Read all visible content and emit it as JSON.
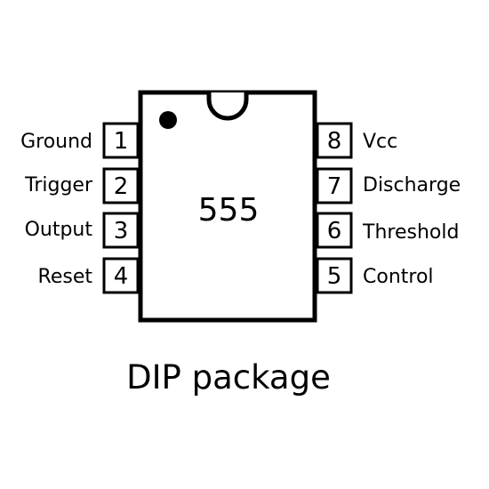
{
  "chip": {
    "name": "555"
  },
  "caption": "DIP package",
  "pins_left": [
    {
      "number": "1",
      "label": "Ground"
    },
    {
      "number": "2",
      "label": "Trigger"
    },
    {
      "number": "3",
      "label": "Output"
    },
    {
      "number": "4",
      "label": "Reset"
    }
  ],
  "pins_right": [
    {
      "number": "8",
      "label": "Vcc"
    },
    {
      "number": "7",
      "label": "Discharge"
    },
    {
      "number": "6",
      "label": "Threshold"
    },
    {
      "number": "5",
      "label": "Control"
    }
  ],
  "colors": {
    "line": "#000000",
    "background": "#ffffff"
  }
}
